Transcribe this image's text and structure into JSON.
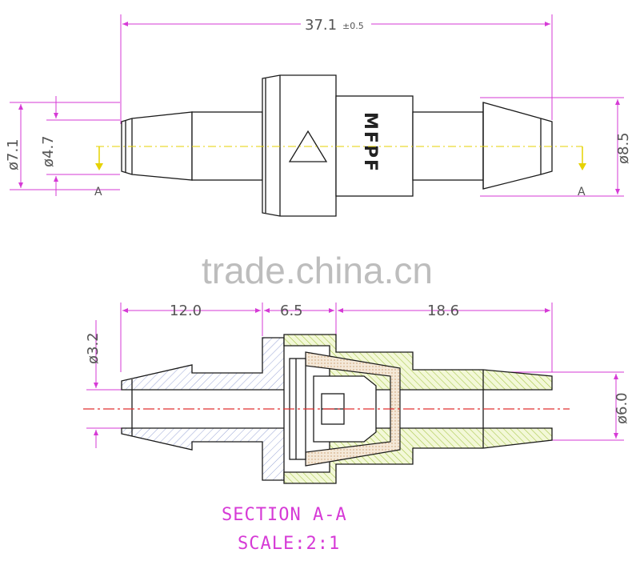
{
  "colors": {
    "dimension_line": "#d63ad6",
    "outline": "#1a1a1a",
    "center_line": "#e03030",
    "yellow_axis": "#e6d200",
    "hatch_blue": "#9aa6d6",
    "hatch_green": "#a8c84a",
    "hatch_brown": "#c89a6a",
    "watermark": "#bdbdbd"
  },
  "top_view": {
    "overall_length": {
      "value": "37.1",
      "tolerance": "±0.5"
    },
    "diameters": {
      "outer_left": "ø7.1",
      "inner_left": "ø4.7",
      "outer_right": "ø8.5"
    },
    "brand_marking": "MFPF",
    "section_marks": [
      "A",
      "A"
    ]
  },
  "section_view": {
    "lengths": [
      "12.0",
      "6.5",
      "18.6"
    ],
    "diameters": {
      "bore": "ø3.2",
      "outer_right": "ø6.0"
    },
    "caption": {
      "title": "SECTION A-A",
      "scale": "SCALE:2:1"
    }
  },
  "watermark": "trade.china.cn"
}
